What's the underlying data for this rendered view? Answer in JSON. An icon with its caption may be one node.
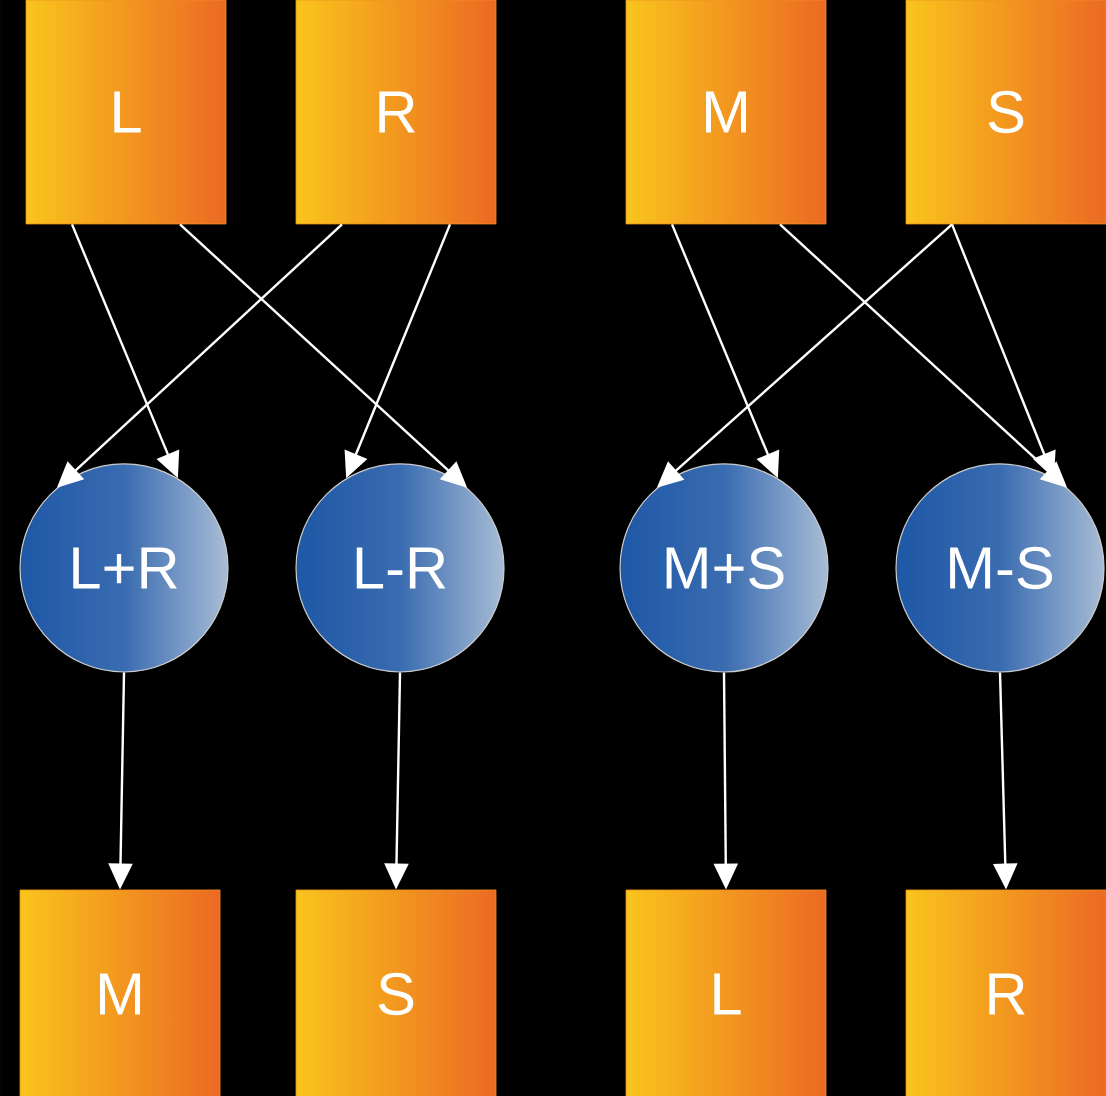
{
  "diagram": {
    "nodes": [
      {
        "text": [
          "L"
        ]
      },
      {
        "text": [
          "R"
        ]
      },
      {
        "text": [
          "M"
        ]
      },
      {
        "text": [
          "S"
        ]
      },
      {
        "text": [
          "L+R"
        ]
      },
      {
        "text": [
          "L-R"
        ]
      },
      {
        "text": [
          "M+S"
        ]
      },
      {
        "text": [
          "M-S"
        ]
      },
      {
        "text": [
          "M"
        ]
      },
      {
        "text": [
          "S"
        ]
      },
      {
        "text": [
          "L"
        ]
      },
      {
        "text": [
          "R"
        ]
      }
    ],
    "edges": [
      {
        "from": 0,
        "to": 4,
        "arrow": "to"
      },
      {
        "from": 0,
        "to": 5,
        "arrow": "to"
      },
      {
        "from": 1,
        "to": 4,
        "arrow": "to"
      },
      {
        "from": 1,
        "to": 5,
        "arrow": "to"
      },
      {
        "from": 2,
        "to": 6,
        "arrow": "to"
      },
      {
        "from": 2,
        "to": 7,
        "arrow": "to"
      },
      {
        "from": 3,
        "to": 6,
        "arrow": "to"
      },
      {
        "from": 3,
        "to": 7,
        "arrow": "to"
      },
      {
        "from": 4,
        "to": 8,
        "arrow": "to"
      },
      {
        "from": 5,
        "to": 9,
        "arrow": "to"
      },
      {
        "from": 6,
        "to": 10,
        "arrow": "to"
      },
      {
        "from": 7,
        "to": 11,
        "arrow": "to"
      }
    ]
  }
}
